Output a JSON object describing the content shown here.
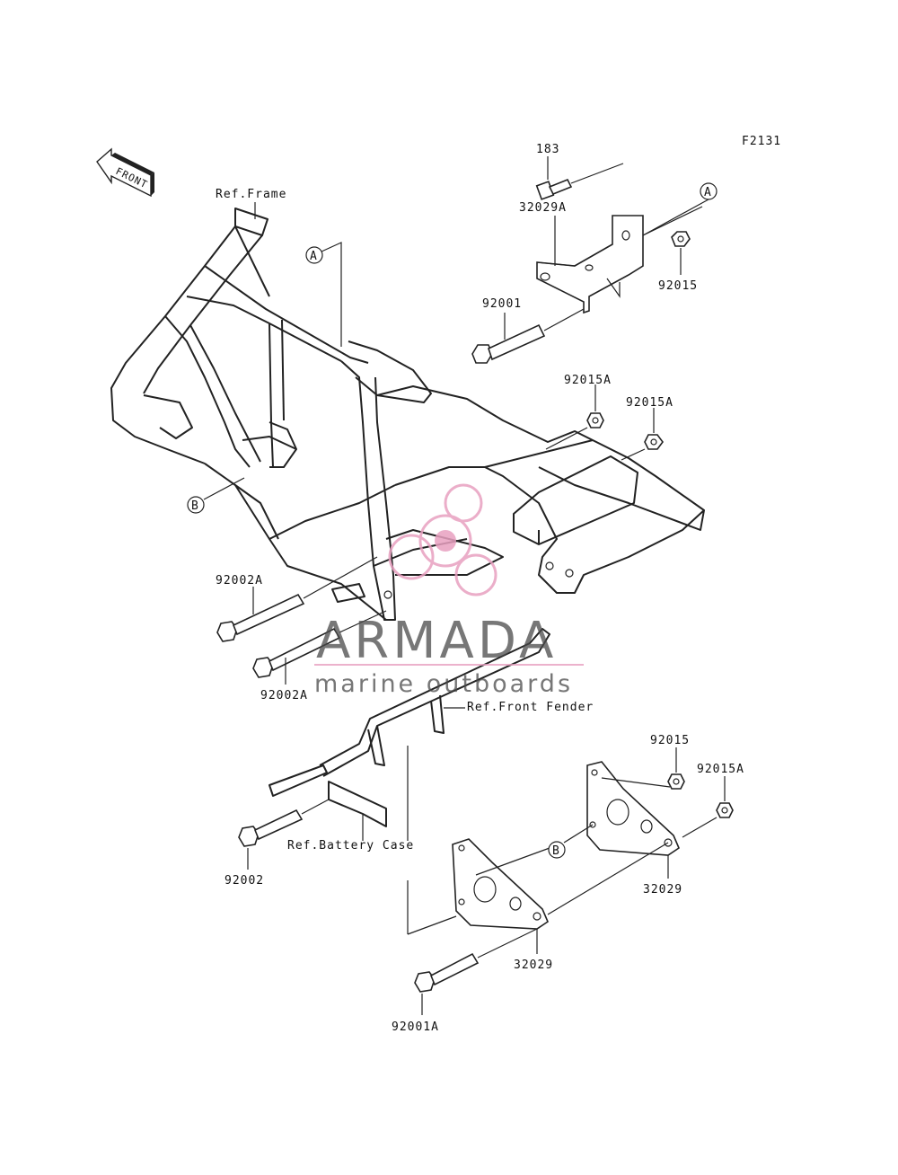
{
  "diagram": {
    "code": "F2131",
    "front_label": "FRONT",
    "labels": {
      "p183": "183",
      "p32029A": "32029A",
      "p92015_top": "92015",
      "p92001": "92001",
      "p92015A_1": "92015A",
      "p92015A_2": "92015A",
      "p92002A_1": "92002A",
      "p92002A_2": "92002A",
      "p92002": "92002",
      "p92015_bot": "92015",
      "p92015A_bot": "92015A",
      "p32029_1": "32029",
      "p32029_2": "32029",
      "p92001A": "92001A",
      "ref_frame": "Ref.Frame",
      "ref_front_fender": "Ref.Front Fender",
      "ref_battery_case": "Ref.Battery Case"
    },
    "callouts": {
      "a_top": "A",
      "a_frame": "A",
      "b_frame": "B",
      "b_bracket": "B"
    }
  },
  "watermark": {
    "brand": "ARMADA",
    "tagline": "marine outboards",
    "color_primary": "#4a4a4a",
    "color_accent": "#e8a0c0"
  }
}
